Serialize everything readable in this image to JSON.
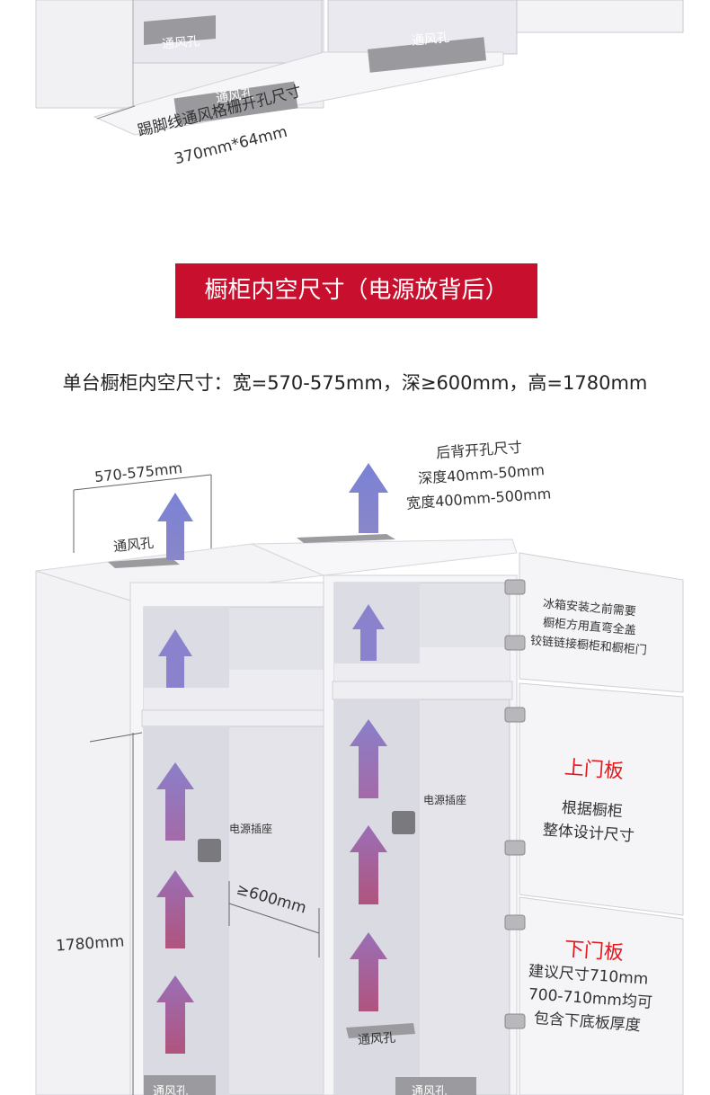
{
  "top_section": {
    "vent_left_upper": "通风孔",
    "vent_right_upper": "通风孔",
    "vent_plinth": "通风孔",
    "plinth_note_line1": "踢脚线通风格栅开孔尺寸",
    "plinth_note_line2": "370mm*64mm"
  },
  "banner": {
    "title": "橱柜内空尺寸（电源放背后）",
    "bg_color": "#c8102e"
  },
  "dimensions_text": "单台橱柜内空尺寸：宽=570-575mm，深≥600mm，高=1780mm",
  "diagram": {
    "width_label": "570-575mm",
    "vent_top_left": "通风孔",
    "back_hole_line1": "后背开孔尺寸",
    "back_hole_line2": "深度40mm-50mm",
    "back_hole_line3": "宽度400mm-500mm",
    "hinge_note_line1": "冰箱安装之前需要",
    "hinge_note_line2": "橱柜方用直弯全盖",
    "hinge_note_line3": "铰链链接橱柜和橱柜门",
    "socket_left": "电源插座",
    "socket_right": "电源插座",
    "depth_label": "≥600mm",
    "height_label": "1780mm",
    "upper_door_title": "上门板",
    "upper_door_line1": "根据橱柜",
    "upper_door_line2": "整体设计尺寸",
    "lower_door_title": "下门板",
    "lower_door_line1": "建议尺寸710mm",
    "lower_door_line2": "700-710mm均可",
    "lower_door_line3": "包含下底板厚度",
    "vent_bottom_right": "通风孔",
    "vent_bottom_left": "通风孔",
    "vent_bottom_right2": "通风孔"
  }
}
